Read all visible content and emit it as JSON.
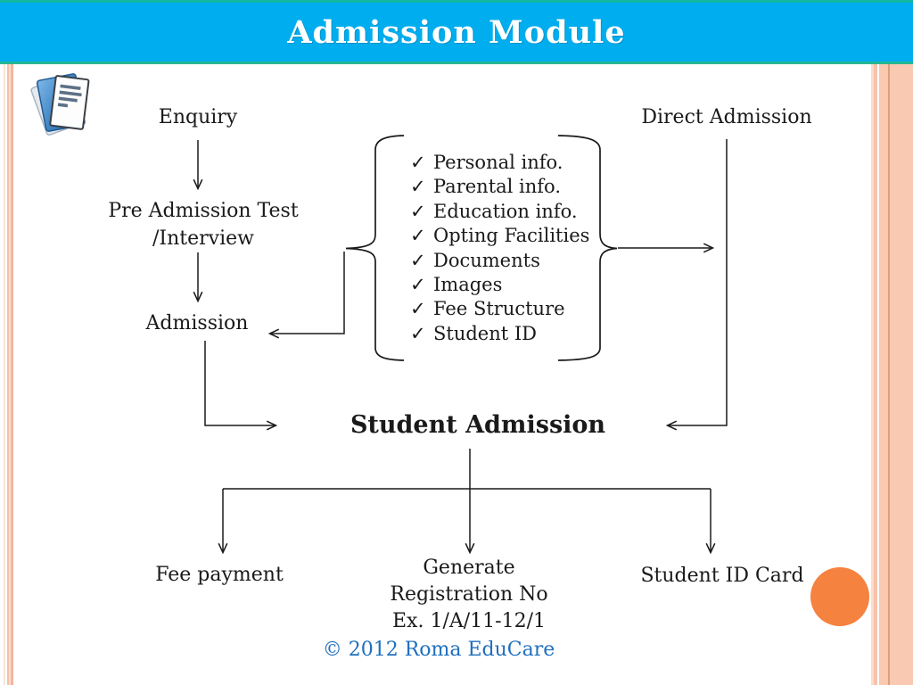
{
  "slide": {
    "title": "Admission Module"
  },
  "flowchart": {
    "nodes": {
      "enquiry": "Enquiry",
      "direct_admission": "Direct Admission",
      "pre_admission_line1": "Pre Admission Test",
      "pre_admission_line2": "/Interview",
      "admission": "Admission",
      "student_admission": "Student Admission",
      "fee_payment": "Fee payment",
      "generate_line1": "Generate",
      "generate_line2": "Registration No",
      "generate_line3": "Ex. 1/A/11-12/1",
      "student_id_card": "Student ID Card"
    },
    "checklist": [
      "Personal info.",
      "Parental info.",
      "Education info.",
      "Opting Facilities",
      "Documents",
      "Images",
      "Fee Structure",
      "Student ID"
    ]
  },
  "icons": {
    "check": "✓",
    "documents": "documents-icon"
  },
  "footer": {
    "copyright": "© 2012 Roma EduCare"
  },
  "colors": {
    "banner_bg": "#00adee",
    "banner_border_top": "#12b8a2",
    "banner_border_bottom": "#24b795",
    "stripe_salmon": "#f9c9b1",
    "stripe_dark_line": "#df9e7b",
    "circle_orange": "#f5823e",
    "copyright_blue": "#1f6fbe",
    "diagram_ink": "#1a1a1a",
    "title_text": "#ffffff"
  }
}
